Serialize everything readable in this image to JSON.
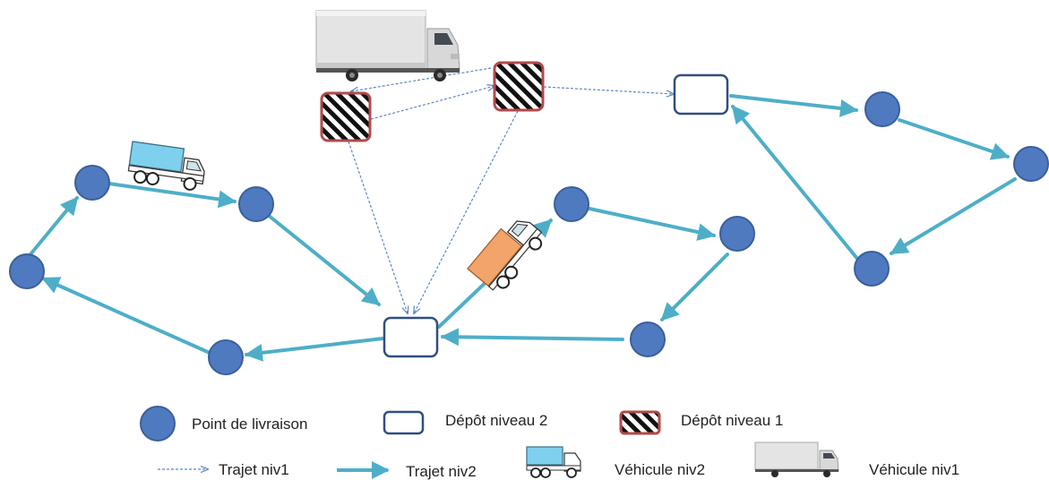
{
  "colors": {
    "delivery_point_fill": "#4f7ac0",
    "delivery_point_stroke": "#3a5f9c",
    "depot_level2_stroke": "#2f4f7f",
    "depot_level1_stroke": "#b24a4a",
    "route_level1": "#5b87c5",
    "route_level2": "#4eaec8",
    "truck_light_body": "#7fd0ee",
    "truck_orange_body": "#f3a46a",
    "truck_heavy_body": "#dcdcdc"
  },
  "icons": {
    "delivery_point": "filled-circle",
    "depot_level2": "white-rounded-square",
    "depot_level1": "hatched-square",
    "vehicle_level2": "light-truck-icon",
    "vehicle_level1": "heavy-truck-icon"
  },
  "legend": {
    "delivery_point": "Point de livraison",
    "depot_level2": "Dépôt niveau 2",
    "depot_level1": "Dépôt niveau 1",
    "route_level1": "Trajet niv1",
    "route_level2": "Trajet niv2",
    "vehicle_level2": "Véhicule niv2",
    "vehicle_level1": "Véhicule niv1"
  }
}
